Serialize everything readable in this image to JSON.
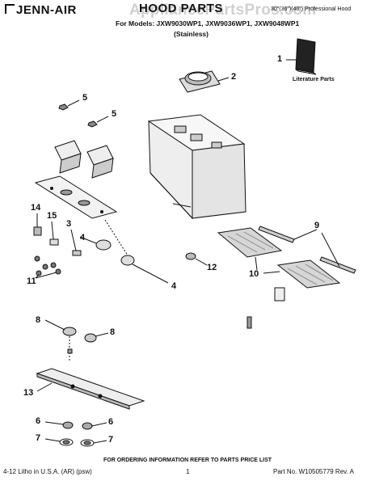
{
  "header": {
    "brand": "JENN-AIR",
    "title": "HOOD PARTS",
    "subtitle": "30\"(36\")(48\") Professional Hood",
    "models": "For Models: JXW9030WP1, JXW9036WP1, JXW9048WP1",
    "finish": "(Stainless)",
    "watermark": "AppliancePartsPros.com"
  },
  "literature_label": "Literature Parts",
  "callouts": {
    "c1": "1",
    "c2": "2",
    "c5a": "5",
    "c5b": "5",
    "c14": "14",
    "c15": "15",
    "c3": "3",
    "c4a": "4",
    "c11": "11",
    "c4b": "4",
    "c12": "12",
    "c9": "9",
    "c10": "10",
    "c8a": "8",
    "c8b": "8",
    "c13": "13",
    "c6a": "6",
    "c6b": "6",
    "c7a": "7",
    "c7b": "7"
  },
  "footer": {
    "order_info": "FOR ORDERING INFORMATION REFER TO PARTS PRICE LIST",
    "litho": "4-12 Litho in U.S.A. (AR) (psw)",
    "page": "1",
    "part_no": "Part No. W10505779 Rev. A"
  }
}
